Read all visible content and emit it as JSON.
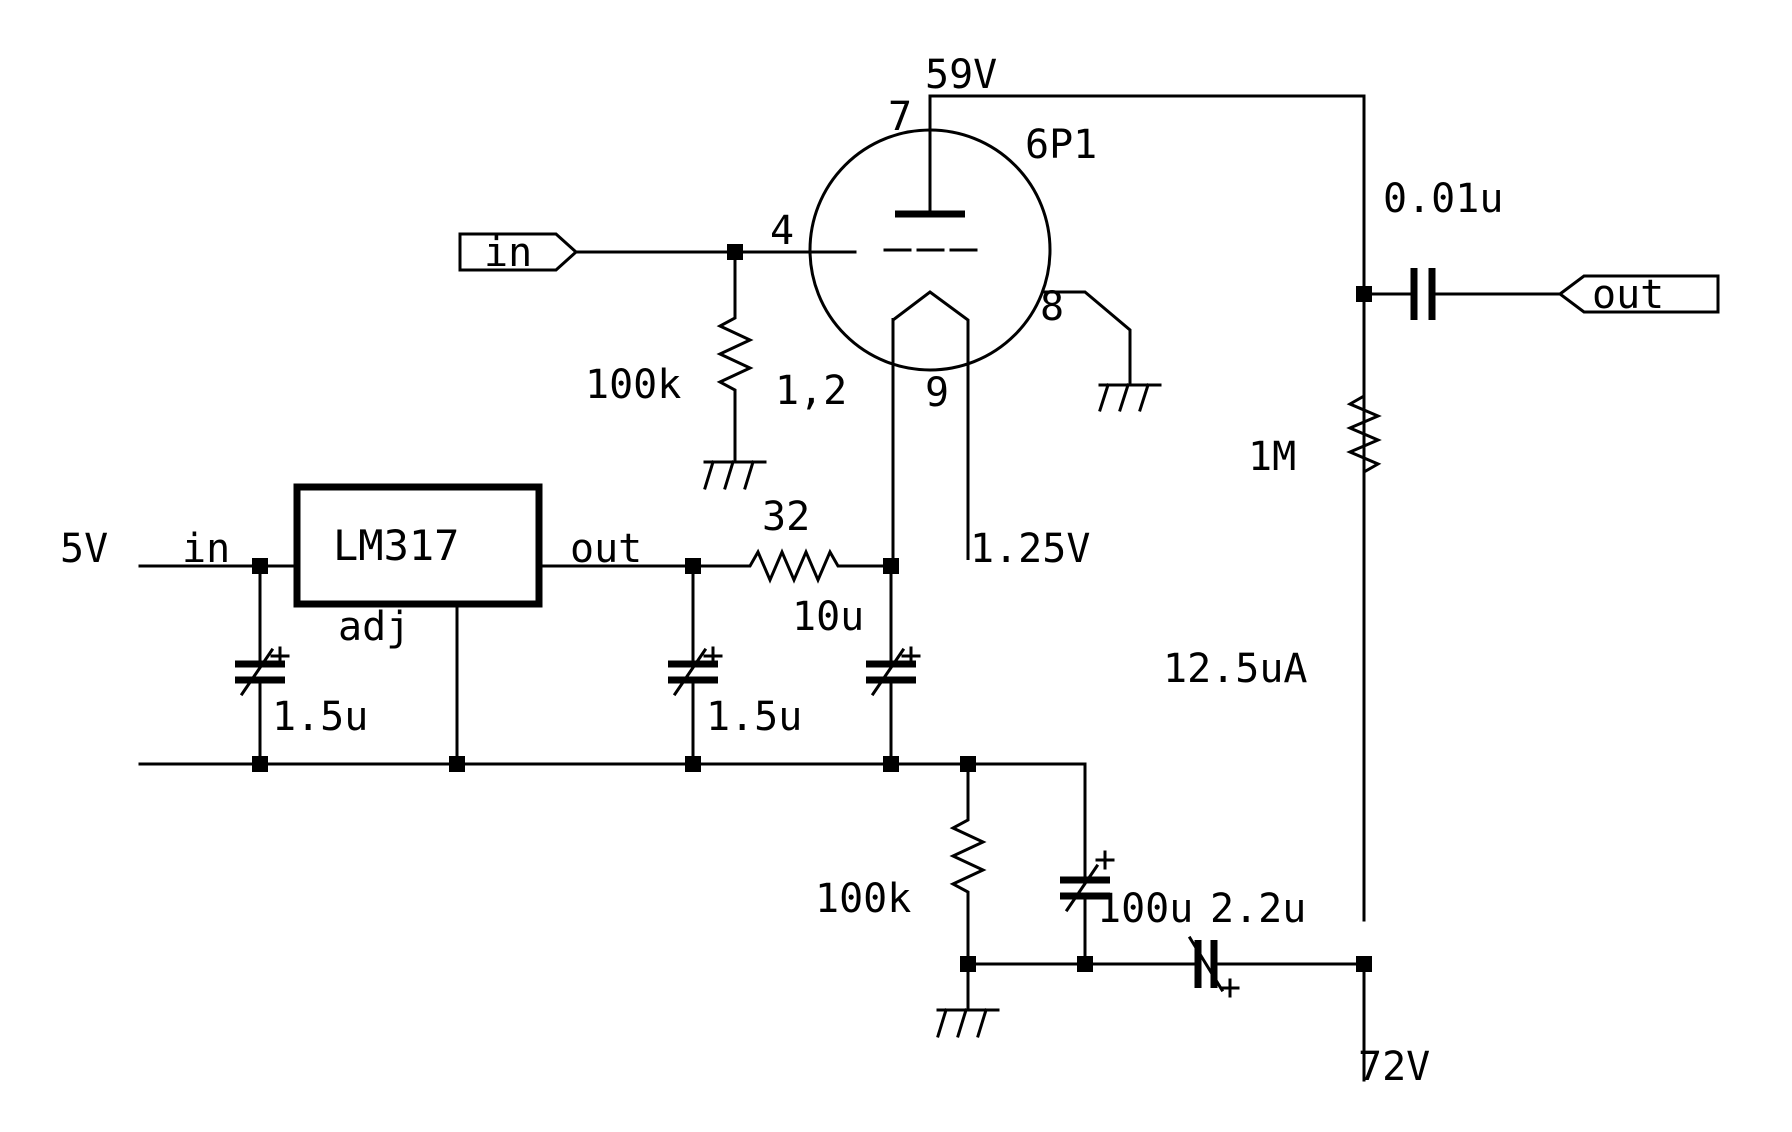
{
  "tube": {
    "name": "6P1",
    "pin_plate": "7",
    "pin_grid": "4",
    "pin_screen": "8",
    "pin_filament_a": "1,2",
    "pin_filament_b": "9"
  },
  "voltages": {
    "plate": "59V",
    "supply": "72V",
    "input_supply": "5V",
    "filament": "1.25V",
    "current": "12.5uA"
  },
  "ports": {
    "input": "in",
    "output": "out"
  },
  "regulator": {
    "name": "LM317",
    "pin_in": "in",
    "pin_out": "out",
    "pin_adj": "adj"
  },
  "components": {
    "c_out": "0.01u",
    "r_load": "1M",
    "r_grid": "100k",
    "r_fil": "32",
    "c_fil": "10u",
    "c_in1": "1.5u",
    "c_in2": "1.5u",
    "r_cath": "100k",
    "c_cath": "100u",
    "c_supply": "2.2u"
  },
  "ground_symbol": "777"
}
